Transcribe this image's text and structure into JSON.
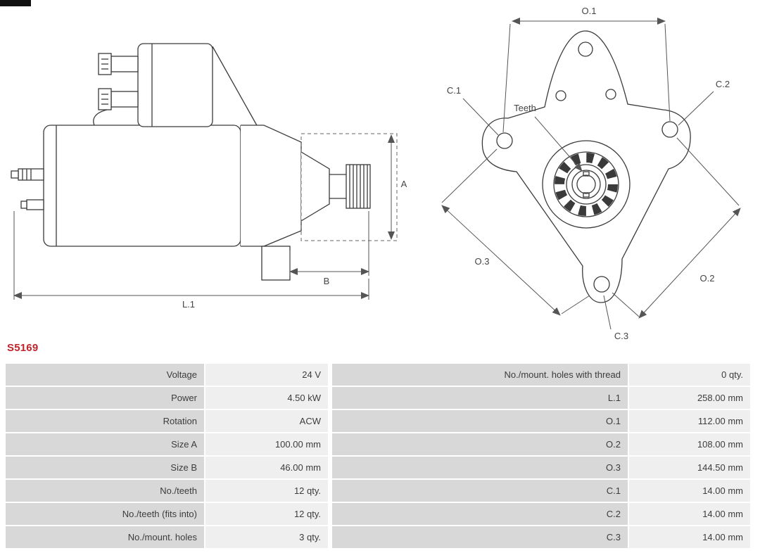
{
  "part_number": "S5169",
  "colors": {
    "accent": "#c3242a",
    "label_bg": "#d8d8d8",
    "value_bg": "#efefef"
  },
  "diagram_labels": {
    "side": {
      "a": "A",
      "b": "B",
      "l1": "L.1"
    },
    "front": {
      "o1": "O.1",
      "o2": "O.2",
      "o3": "O.3",
      "c1": "C.1",
      "c2": "C.2",
      "c3": "C.3",
      "teeth": "Teeth"
    }
  },
  "spec_table": {
    "left": [
      {
        "label": "Voltage",
        "value": "24 V"
      },
      {
        "label": "Power",
        "value": "4.50 kW"
      },
      {
        "label": "Rotation",
        "value": "ACW"
      },
      {
        "label": "Size A",
        "value": "100.00 mm"
      },
      {
        "label": "Size B",
        "value": "46.00 mm"
      },
      {
        "label": "No./teeth",
        "value": "12 qty."
      },
      {
        "label": "No./teeth (fits into)",
        "value": "12 qty."
      },
      {
        "label": "No./mount. holes",
        "value": "3 qty."
      }
    ],
    "right": [
      {
        "label": "No./mount. holes with thread",
        "value": "0 qty."
      },
      {
        "label": "L.1",
        "value": "258.00 mm"
      },
      {
        "label": "O.1",
        "value": "112.00 mm"
      },
      {
        "label": "O.2",
        "value": "108.00 mm"
      },
      {
        "label": "O.3",
        "value": "144.50 mm"
      },
      {
        "label": "C.1",
        "value": "14.00 mm"
      },
      {
        "label": "C.2",
        "value": "14.00 mm"
      },
      {
        "label": "C.3",
        "value": "14.00 mm"
      }
    ]
  }
}
